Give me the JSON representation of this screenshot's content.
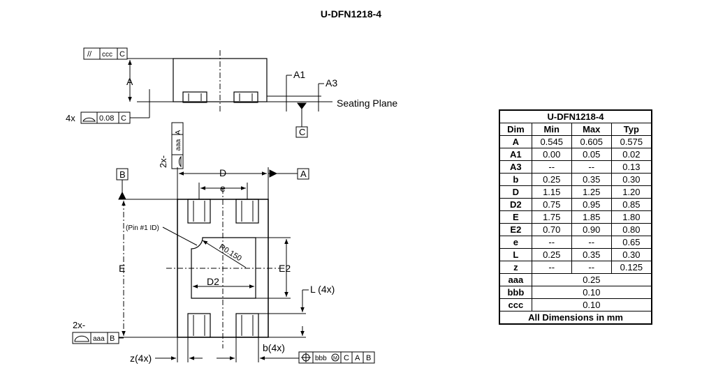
{
  "title": "U-DFN1218-4",
  "drawing": {
    "side_view": {
      "ccc_frame": [
        "//",
        "ccc",
        "C"
      ],
      "dim_A": "A",
      "dim_A1": "A1",
      "dim_A3": "A3",
      "seating_plane": "Seating Plane",
      "datum_C": "C",
      "flat_prefix": "4x",
      "flat_frame": [
        "0.08",
        "C"
      ]
    },
    "top_view": {
      "aaa_prefix_vertical": "2x-",
      "aaa_frame_vertical": [
        "aaa",
        "A"
      ],
      "datum_B": "B",
      "datum_A": "A",
      "dim_D": "D",
      "dim_e": "e",
      "dim_E": "E",
      "dim_E2": "E2",
      "dim_D2": "D2",
      "pin_id": "(Pin #1 ID)",
      "radius": "R0.150",
      "dim_L": "L (4x)",
      "aaa_prefix": "2x-",
      "aaa_frame": [
        "aaa",
        "B"
      ],
      "dim_z": "z(4x)",
      "dim_b": "b(4x)",
      "bbb_frame": [
        "bbb",
        "C",
        "A",
        "B"
      ]
    }
  },
  "table": {
    "title": "U-DFN1218-4",
    "headers": [
      "Dim",
      "Min",
      "Max",
      "Typ"
    ],
    "rows": [
      {
        "dim": "A",
        "min": "0.545",
        "max": "0.605",
        "typ": "0.575"
      },
      {
        "dim": "A1",
        "min": "0.00",
        "max": "0.05",
        "typ": "0.02"
      },
      {
        "dim": "A3",
        "min": "--",
        "max": "--",
        "typ": "0.13"
      },
      {
        "dim": "b",
        "min": "0.25",
        "max": "0.35",
        "typ": "0.30"
      },
      {
        "dim": "D",
        "min": "1.15",
        "max": "1.25",
        "typ": "1.20"
      },
      {
        "dim": "D2",
        "min": "0.75",
        "max": "0.95",
        "typ": "0.85"
      },
      {
        "dim": "E",
        "min": "1.75",
        "max": "1.85",
        "typ": "1.80"
      },
      {
        "dim": "E2",
        "min": "0.70",
        "max": "0.90",
        "typ": "0.80"
      },
      {
        "dim": "e",
        "min": "--",
        "max": "--",
        "typ": "0.65"
      },
      {
        "dim": "L",
        "min": "0.25",
        "max": "0.35",
        "typ": "0.30"
      },
      {
        "dim": "z",
        "min": "--",
        "max": "--",
        "typ": "0.125"
      }
    ],
    "span_rows": [
      {
        "dim": "aaa",
        "value": "0.25"
      },
      {
        "dim": "bbb",
        "value": "0.10"
      },
      {
        "dim": "ccc",
        "value": "0.10"
      }
    ],
    "footer": "All Dimensions in mm"
  }
}
